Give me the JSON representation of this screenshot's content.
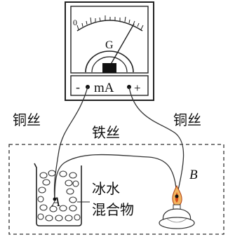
{
  "meter": {
    "scale_zero": "0",
    "galvanometer_letter": "G",
    "unit_label": "mA",
    "minus_sign": "-",
    "plus_sign": "+"
  },
  "labels": {
    "copper_wire_left": "铜丝",
    "copper_wire_right": "铜丝",
    "iron_wire": "铁丝",
    "junction_a": "A",
    "junction_b": "B",
    "ice_water_line1": "冰水",
    "ice_water_line2": "混合物"
  }
}
